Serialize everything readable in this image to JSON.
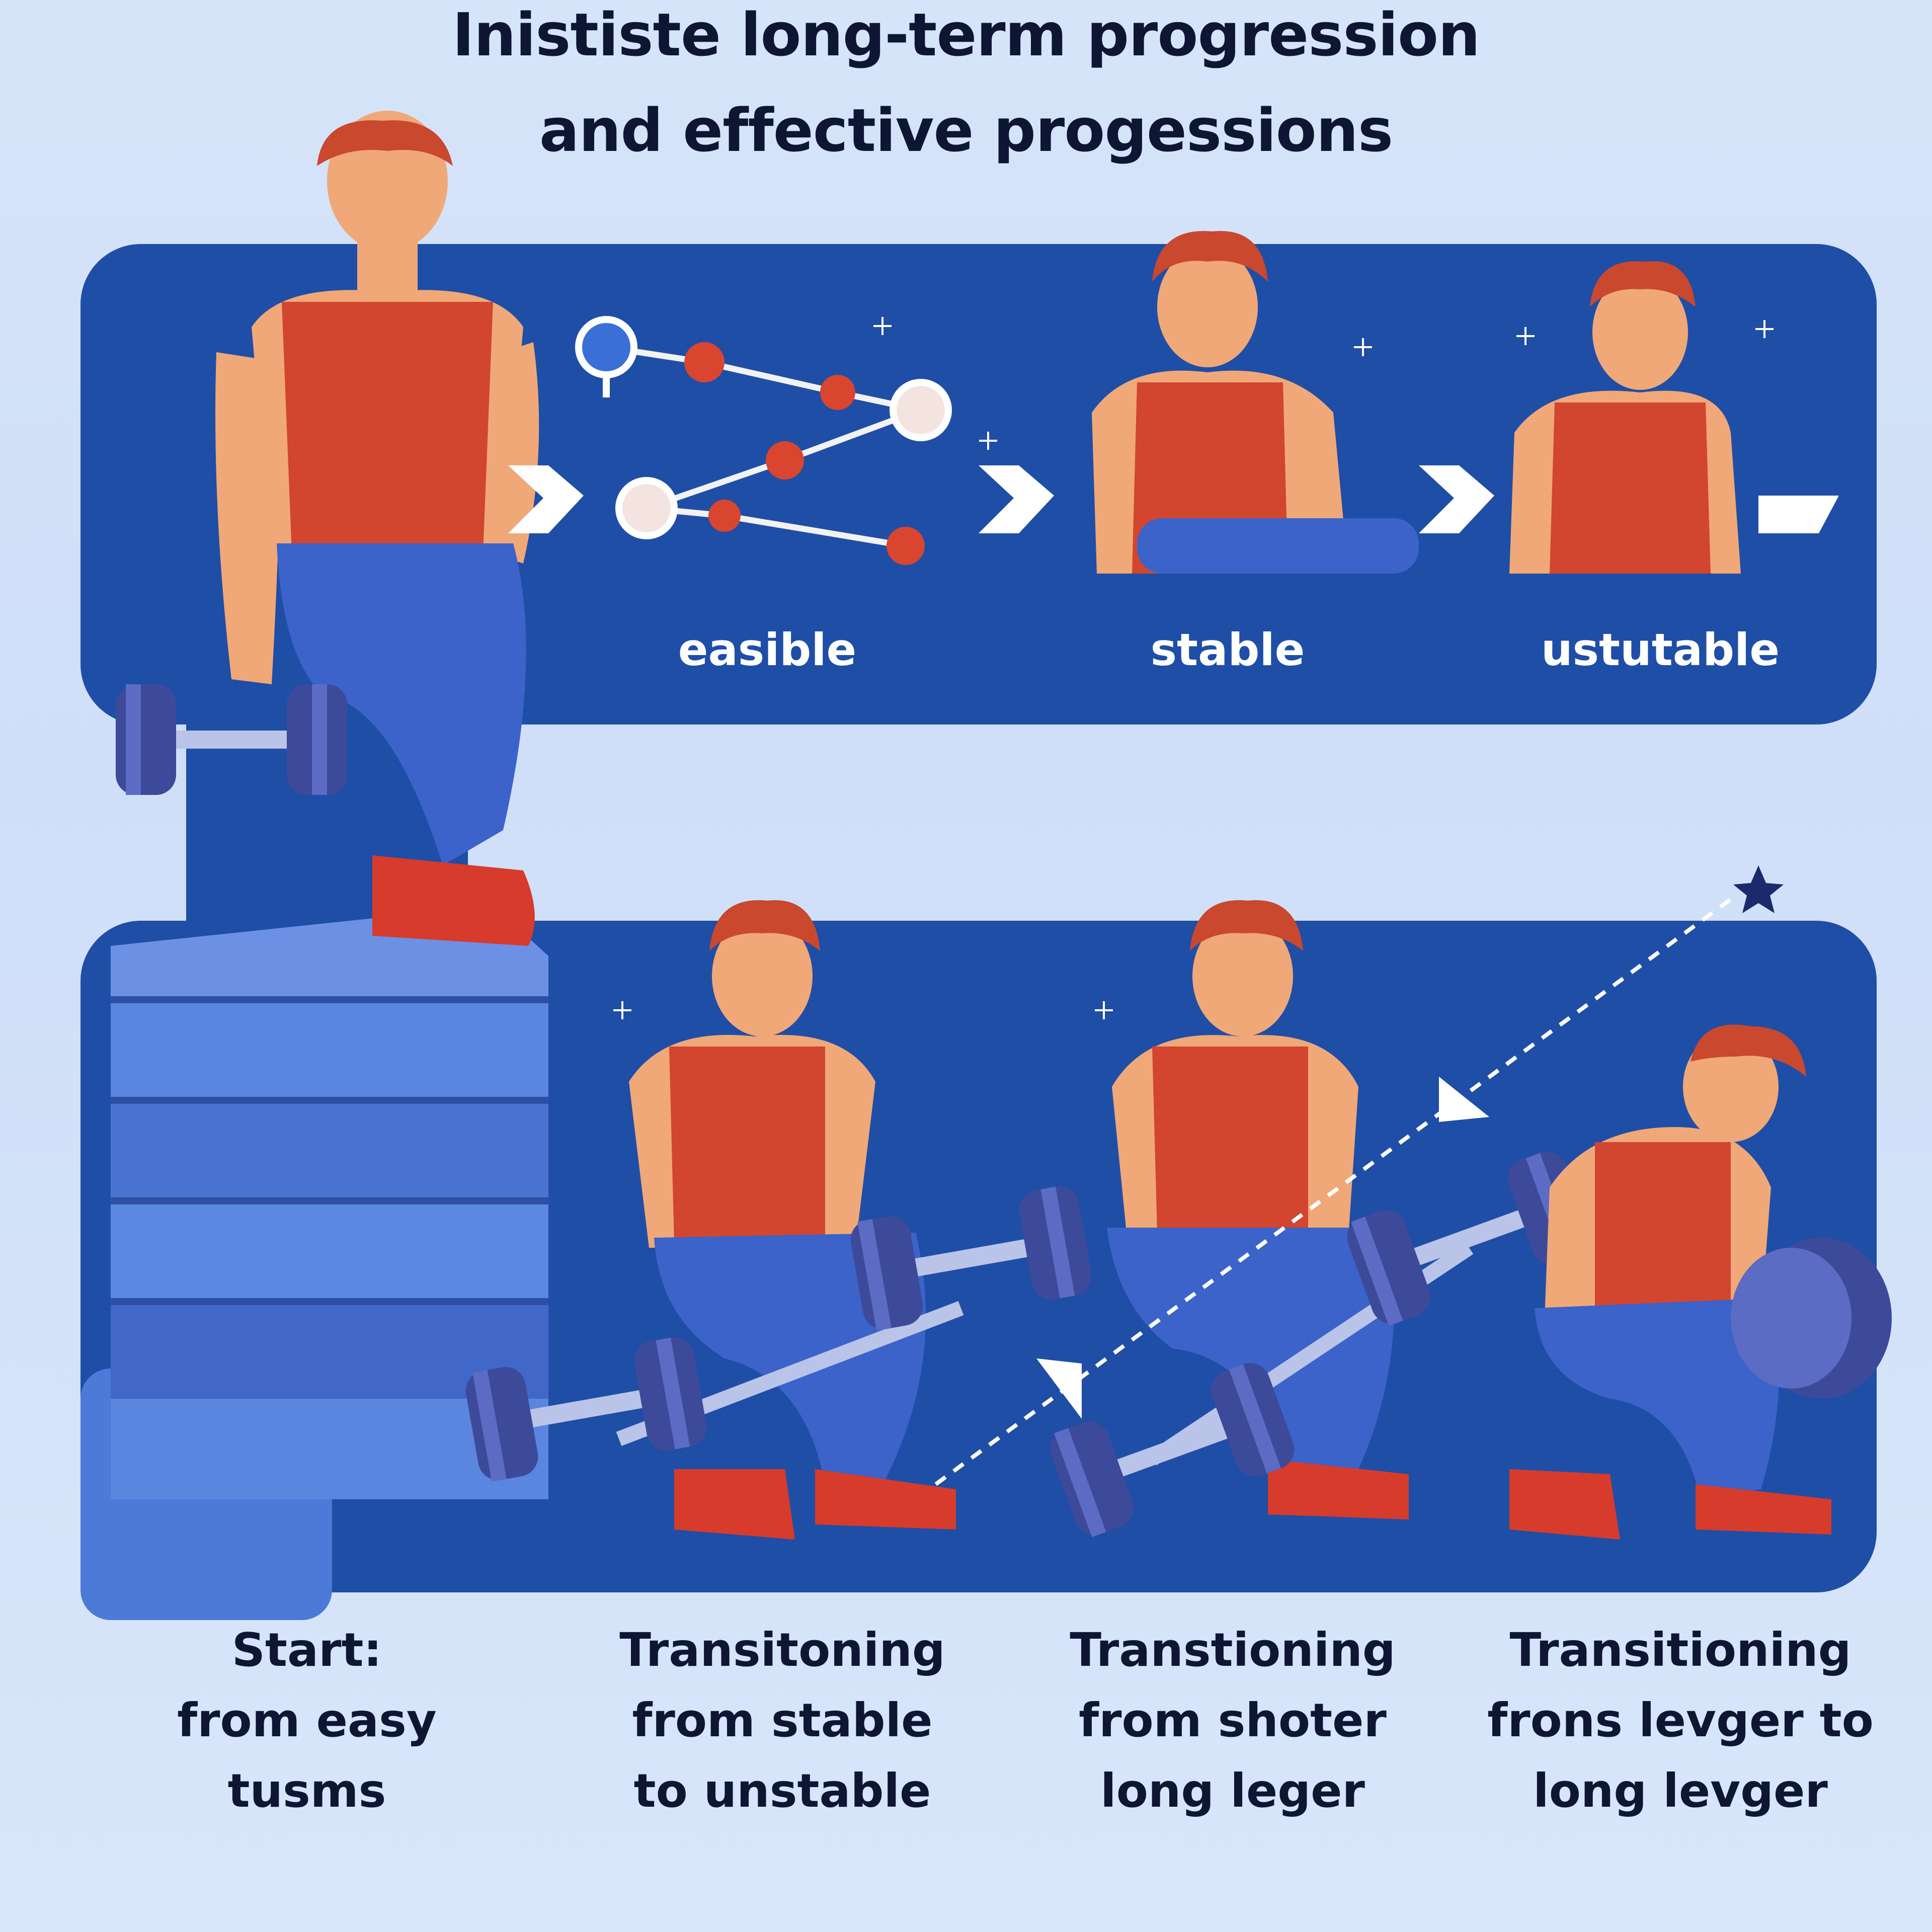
{
  "title": {
    "line1": "Inististe long-term  progression",
    "line2": "and effective progessions"
  },
  "stages": [
    {
      "label": "easible"
    },
    {
      "label": "stable"
    },
    {
      "label": "ustutable"
    }
  ],
  "captions": [
    {
      "lines": [
        "Start:",
        "from easy",
        "tusms"
      ]
    },
    {
      "lines": [
        "Transitoning",
        "from stable",
        "to unstable"
      ]
    },
    {
      "lines": [
        "Transtioning",
        "from shoter",
        "long leger"
      ]
    },
    {
      "lines": [
        "Transitioning",
        "frons levger to",
        "long levger"
      ]
    }
  ],
  "colors": {
    "background": "#d6e4f9",
    "panel": "#1f4ea6",
    "tank_top": "#d2452f",
    "skin": "#f0a878",
    "hair": "#c9482e",
    "pants": "#3b63c9",
    "shoe": "#d63b2c",
    "dumbbell": "#3d4a9a",
    "node_red": "#d9452f",
    "node_blue": "#3a6fd8"
  },
  "icons": [
    "chevron-right-icon",
    "arrow-right-icon",
    "star-icon",
    "sparkle-icon",
    "triangle-pointer-icon"
  ]
}
